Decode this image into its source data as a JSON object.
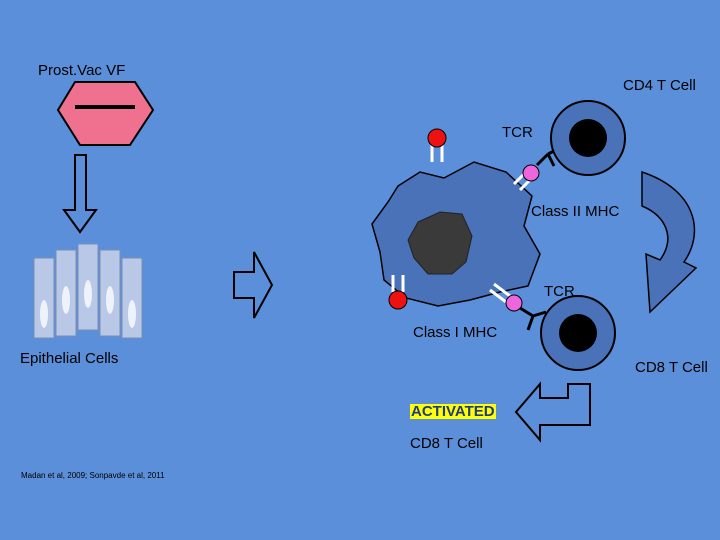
{
  "labels": {
    "vaccine": "Prost.Vac VF",
    "cd4_cell": "CD4 T Cell",
    "tcr_top": "TCR",
    "class_ii_mhc": "Class II MHC",
    "tcr_bottom": "TCR",
    "class_i_mhc": "Class I MHC",
    "epithelial_cells": "Epithelial Cells",
    "cd8_cell": "CD8 T Cell",
    "activated": "ACTIVATED",
    "activated_cd8": "CD8 T Cell",
    "citation": "Madan et al, 2009; Sonpavde et al, 2011"
  },
  "colors": {
    "background": "#5b8fd9",
    "pentagon": "#f07090",
    "antigen_red": "#ee1111",
    "mhc_pink": "#ee66dd",
    "cell_fill": "#4a72b8",
    "nucleus": "#3a3a3a",
    "t_cell_nucleus": "#000000",
    "highlight": "#ffff00"
  }
}
